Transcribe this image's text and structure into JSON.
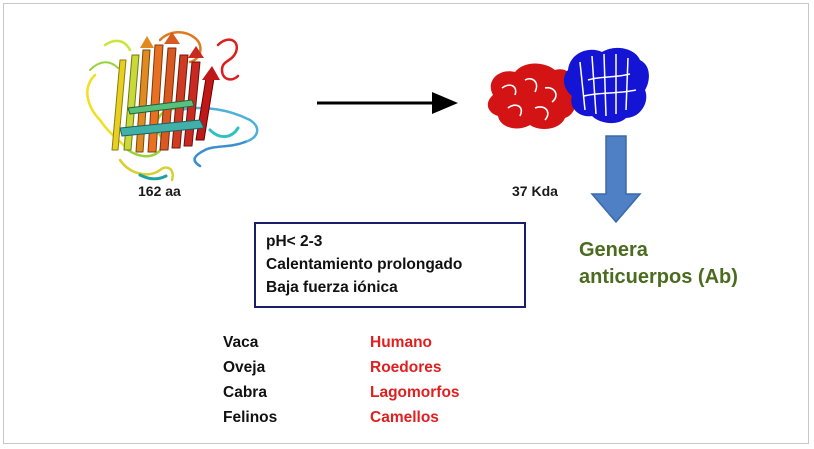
{
  "labels": {
    "protein_size": "162 aa",
    "dimer_size": "37 Kda"
  },
  "conditions": [
    "pH< 2-3",
    "Calentamiento prolongado",
    "Baja fuerza iónica"
  ],
  "species_no_response": [
    "Vaca",
    "Oveja",
    "Cabra",
    "Felinos"
  ],
  "species_response": [
    "Humano",
    "Roedores",
    "Lagomorfos",
    "Camellos"
  ],
  "outcome": {
    "line1": "Genera",
    "line2": "anticuerpos (Ab)"
  },
  "colors": {
    "outcome_text": "#4b6b1f",
    "response_species": "#e02020",
    "down_arrow": "#4f7fc4",
    "box_border": "#1b1f6b",
    "monomer_red": "#d41414",
    "monomer_blue": "#1414d4"
  }
}
